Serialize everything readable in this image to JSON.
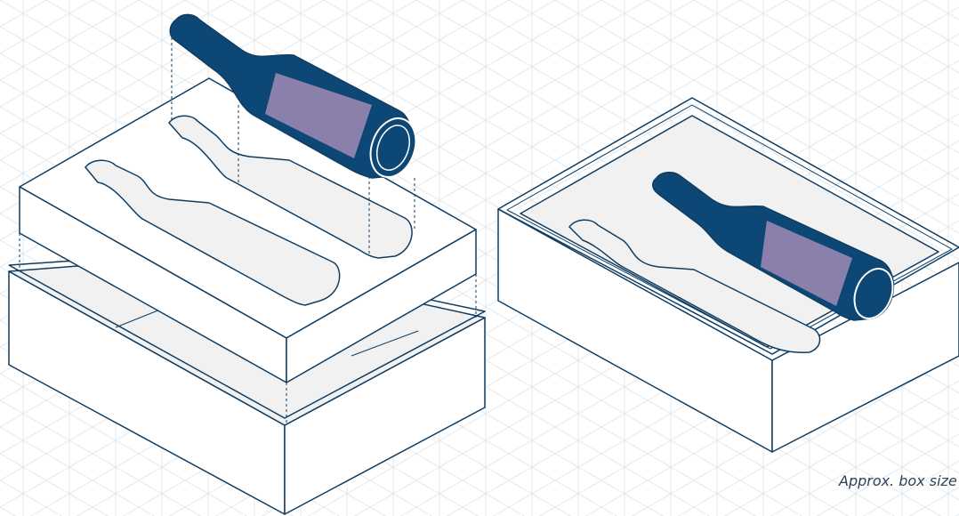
{
  "colors": {
    "outline": "#0f3d62",
    "bottle_fill": "#0d4775",
    "label_fill": "#8a80ab",
    "tray_fill": "#f1f1f1",
    "paper": "#ffffff",
    "grid": "#e3eaee",
    "caption_text": "#2f4258"
  },
  "illustration": {
    "left_assembly": "Two-bottle foam insert lifted above its box base, one bottle hovering above its cut-out",
    "right_assembly": "Open box with foam insert holding one bottle, second cut-out empty"
  },
  "caption": "Approx. box size"
}
